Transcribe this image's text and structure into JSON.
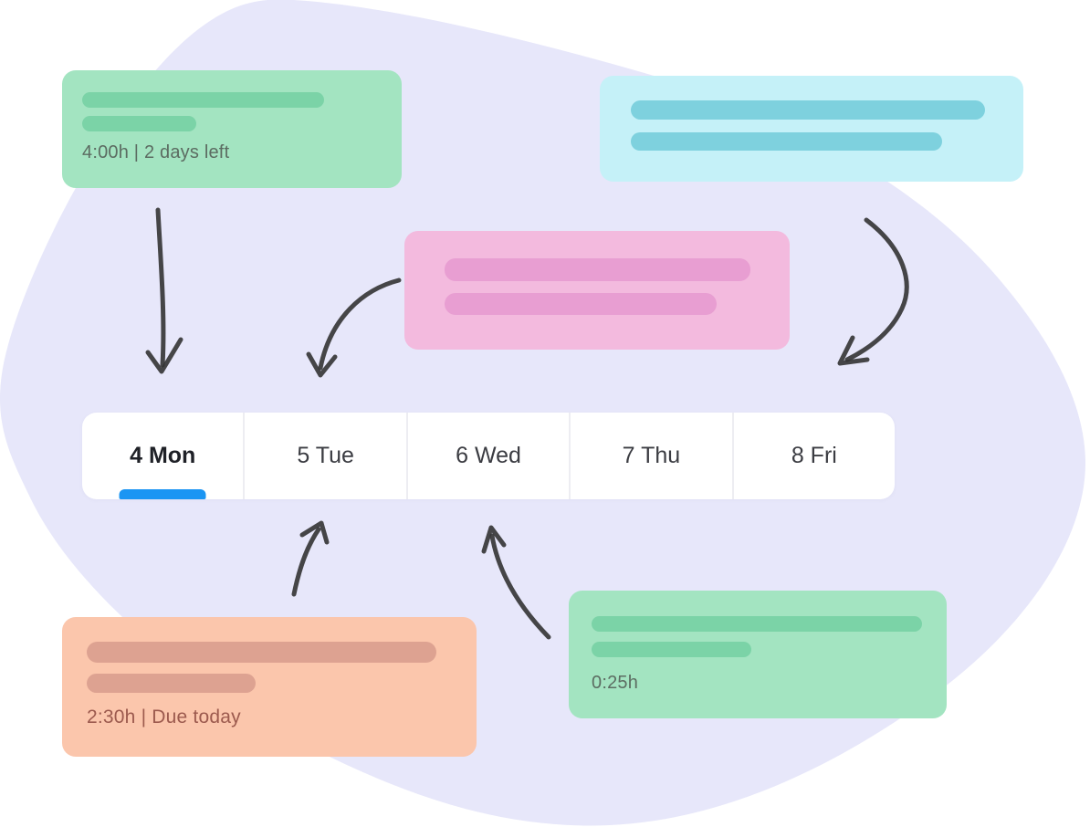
{
  "week_bar": {
    "days": [
      {
        "label": "4 Mon",
        "active": true
      },
      {
        "label": "5 Tue",
        "active": false
      },
      {
        "label": "6 Wed",
        "active": false
      },
      {
        "label": "7 Thu",
        "active": false
      },
      {
        "label": "8 Fri",
        "active": false
      }
    ]
  },
  "cards": {
    "top_left_green": {
      "meta": "4:00h | 2 days left"
    },
    "top_right_cyan": {
      "meta": ""
    },
    "middle_pink": {
      "meta": ""
    },
    "bottom_left_orange": {
      "meta": "2:30h | Due today"
    },
    "bottom_right_mint": {
      "meta": "0:25h"
    }
  },
  "colors": {
    "background_blob": "#e7e7fa",
    "card_green_bg": "#a3e4c1",
    "card_green_bar": "#7bd3a7",
    "card_green_text": "#5c6c62",
    "card_cyan_bg": "#c5f1f8",
    "card_cyan_bar": "#7ed1de",
    "card_pink_bg": "#f3bade",
    "card_pink_bar": "#e89ed2",
    "card_orange_bg": "#fbc6ac",
    "card_orange_bar": "#dda291",
    "card_orange_text": "#9c5a4e",
    "week_bar_bg": "#ffffff",
    "week_divider": "#ededf2",
    "day_text": "#3b3c42",
    "day_active_text": "#1f2127",
    "active_day_indicator": "#1b95f3",
    "arrow": "#333333"
  }
}
